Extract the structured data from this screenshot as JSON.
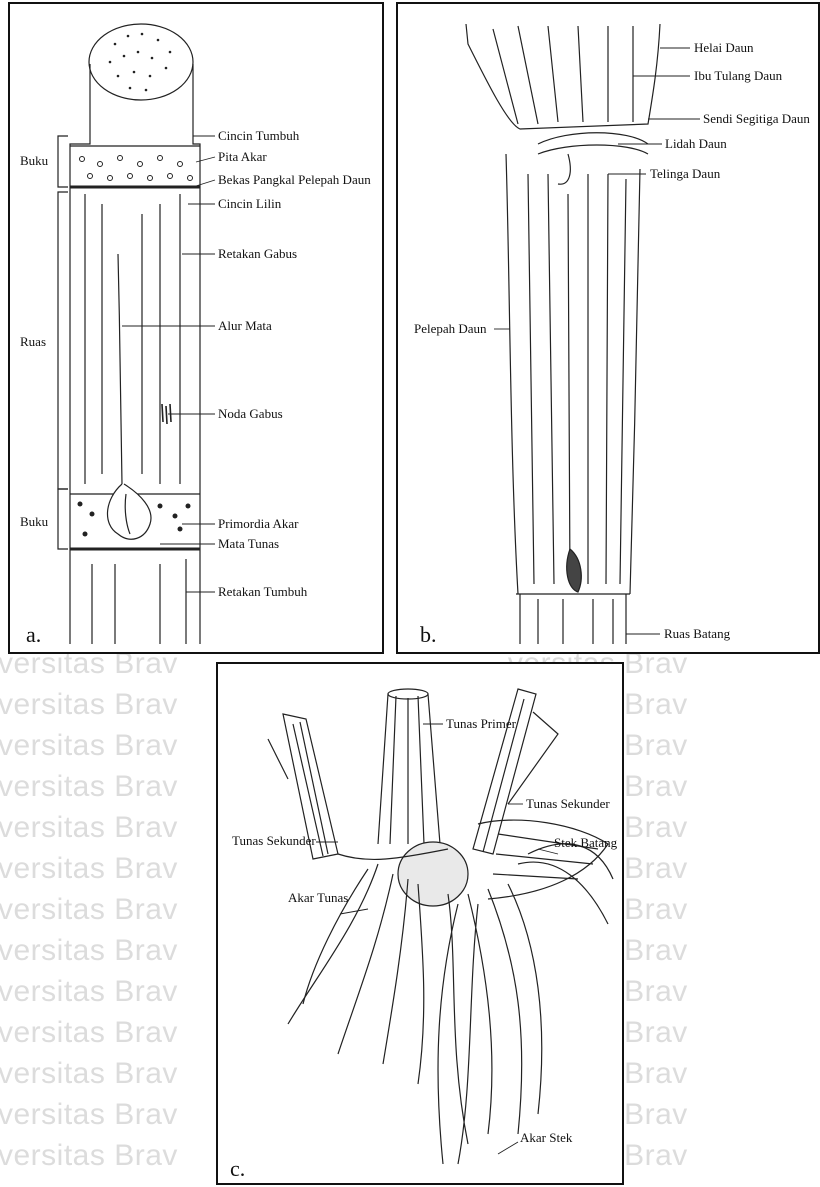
{
  "watermark": {
    "text": "versitas Brav"
  },
  "panels": {
    "a": {
      "letter": "a.",
      "labels": {
        "cincin_tumbuh": "Cincin Tumbuh",
        "pita_akar": "Pita Akar",
        "bekas_pangkal": "Bekas Pangkal Pelepah Daun",
        "cincin_lilin": "Cincin Lilin",
        "retakan_gabus": "Retakan Gabus",
        "alur_mata": "Alur Mata",
        "noda_gabus": "Noda Gabus",
        "primordia_akar": "Primordia Akar",
        "mata_tunas": "Mata Tunas",
        "retakan_tumbuh": "Retakan Tumbuh",
        "buku_top": "Buku",
        "ruas": "Ruas",
        "buku_bottom": "Buku"
      }
    },
    "b": {
      "letter": "b.",
      "labels": {
        "helai_daun": "Helai Daun",
        "ibu_tulang_daun": "Ibu Tulang Daun",
        "sendi_segitiga_daun": "Sendi Segitiga Daun",
        "lidah_daun": "Lidah Daun",
        "telinga_daun": "Telinga Daun",
        "pelepah_daun": "Pelepah Daun",
        "ruas_batang": "Ruas Batang"
      }
    },
    "c": {
      "letter": "c.",
      "labels": {
        "tunas_primer": "Tunas Primer",
        "tunas_sekunder_right": "Tunas Sekunder",
        "stek_batang": "Stek Batang",
        "tunas_sekunder_left": "Tunas Sekunder",
        "akar_tunas": "Akar Tunas",
        "akar_stek": "Akar Stek"
      }
    }
  }
}
